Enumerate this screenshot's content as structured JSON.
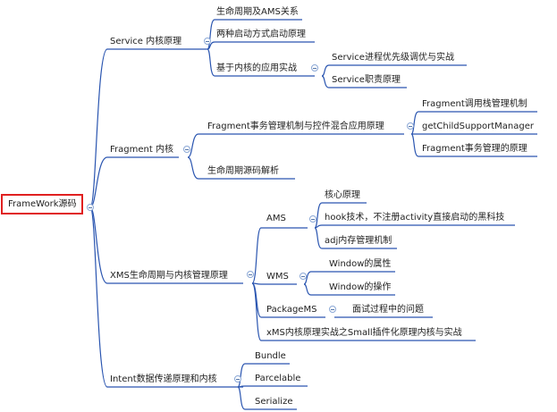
{
  "root": {
    "label": "FrameWork源码"
  },
  "level1": [
    {
      "id": "service",
      "label": "Service 内核原理"
    },
    {
      "id": "fragment",
      "label": "Fragment 内核"
    },
    {
      "id": "xms",
      "label": "XMS生命周期与内核管理原理"
    },
    {
      "id": "intent",
      "label": "Intent数据传递原理和内核"
    }
  ],
  "service": {
    "items": [
      "生命周期及AMS关系",
      "两种启动方式启动原理",
      "基于内核的应用实战"
    ],
    "app_children": [
      "Service进程优先级调优与实战",
      "Service职责原理"
    ]
  },
  "fragment": {
    "items": [
      "Fragment事务管理机制与控件混合应用原理",
      "生命周期源码解析"
    ],
    "tx_children": [
      "Fragment调用栈管理机制",
      "getChildSupportManager",
      "Fragment事务管理的原理"
    ]
  },
  "xms": {
    "items": [
      "AMS",
      "WMS",
      "PackageMS",
      "xMS内核原理实战之Small插件化原理内核与实战"
    ],
    "ams_children": [
      "核心原理",
      "hook技术，不注册activity直接启动的黑科技",
      "adj内存管理机制"
    ],
    "wms_children": [
      "Window的属性",
      "Window的操作"
    ],
    "pms_children": [
      "面试过程中的问题"
    ]
  },
  "intent": {
    "items": [
      "Bundle",
      "Parcelable",
      "Serialize"
    ]
  },
  "colors": {
    "line": "#2a55b0",
    "root_border": "#e02020",
    "collapse": "#8aa7d6"
  }
}
